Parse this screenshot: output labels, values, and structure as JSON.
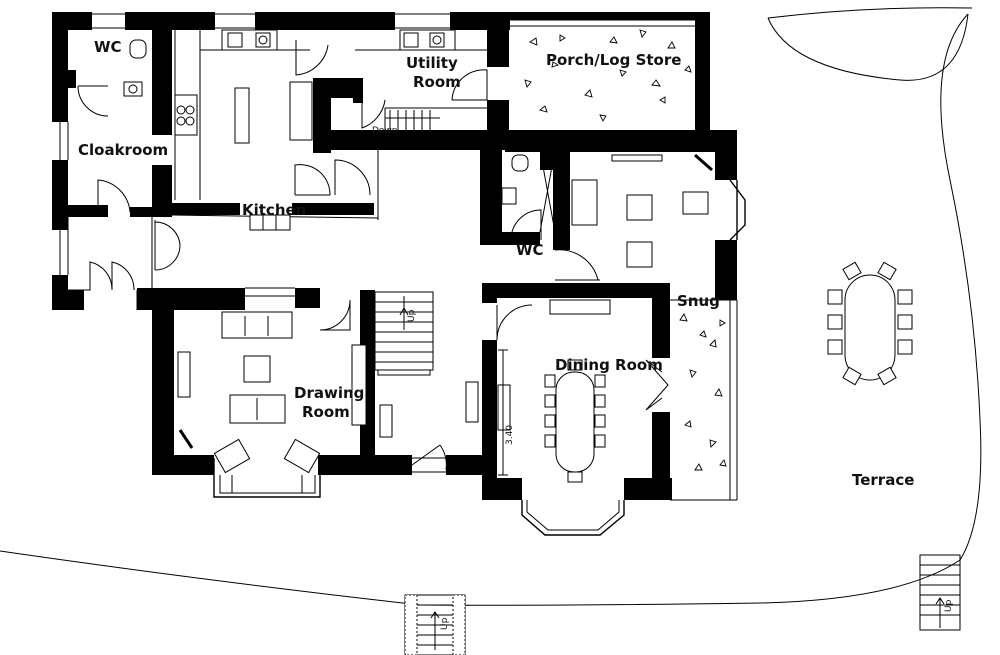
{
  "rooms": {
    "wc_top": "WC",
    "cloakroom": "Cloakroom",
    "kitchen": "Kitchen",
    "utility_line1": "Utility",
    "utility_line2": "Room",
    "porch": "Porch/Log Store",
    "wc_mid": "WC",
    "snug": "Snug",
    "drawing_line1": "Drawing",
    "drawing_line2": "Room",
    "dining": "Dining Room",
    "terrace": "Terrace"
  },
  "annotations": {
    "dining_dimension": "3.40",
    "stair_up": "Up",
    "stair_down": "Down",
    "steps_left_up": "Up",
    "steps_right_up": "Up"
  },
  "colors": {
    "wall": "#000000",
    "background": "#ffffff"
  }
}
